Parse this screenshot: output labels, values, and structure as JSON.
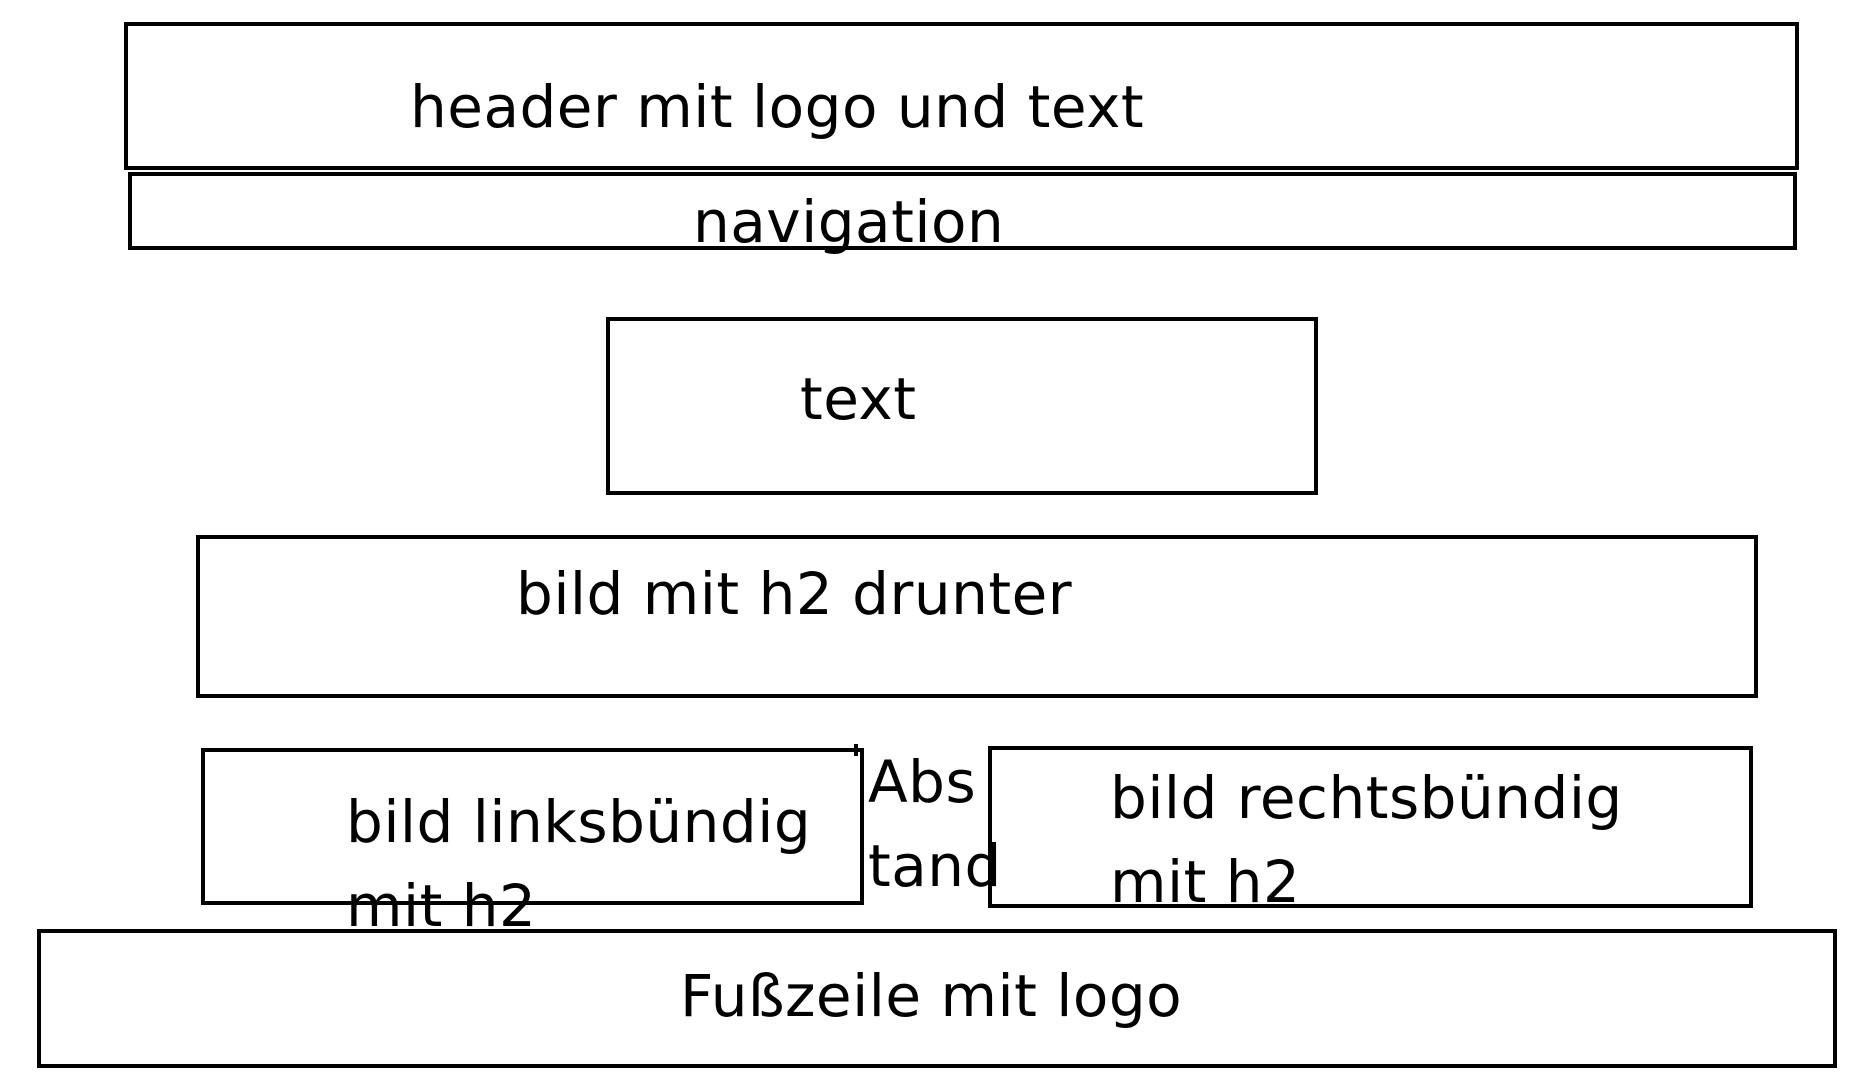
{
  "diagram": {
    "header": {
      "label": "header mit logo und text"
    },
    "navigation": {
      "label": "navigation"
    },
    "text_block": {
      "label": "text"
    },
    "hero_image": {
      "label": "bild mit h2 drunter"
    },
    "left_image": {
      "line1": "bild linksbündig",
      "line2": "mit h2"
    },
    "spacing": {
      "line1": "Abs",
      "line2": "tand"
    },
    "right_image": {
      "line1": "bild rechtsbündig",
      "line2": "mit h2"
    },
    "footer": {
      "label": "Fußzeile mit logo"
    }
  }
}
